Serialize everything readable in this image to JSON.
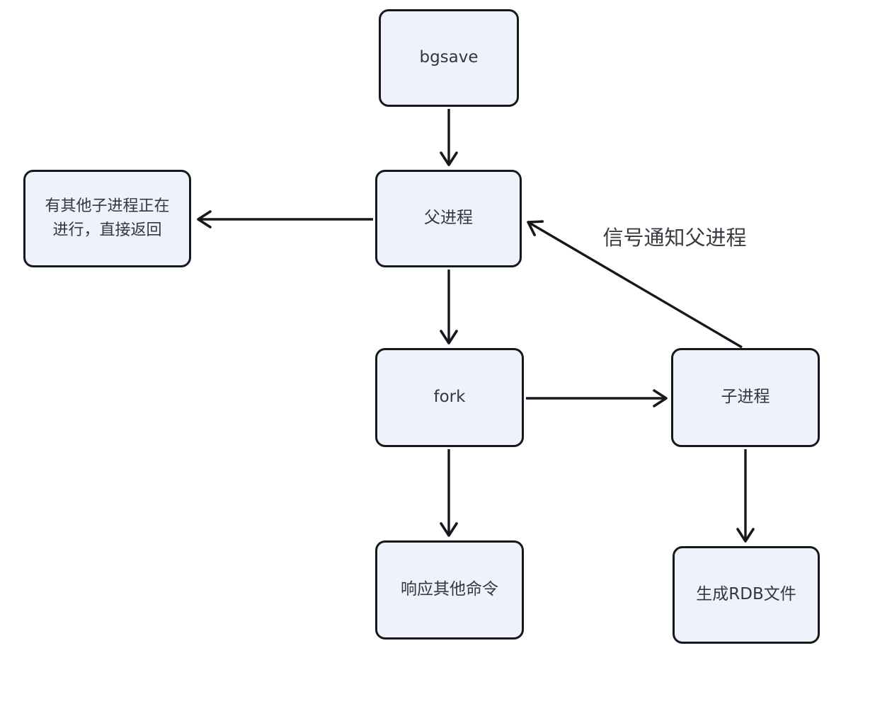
{
  "diagram": {
    "kind": "flowchart",
    "colors": {
      "node_fill": "#edf2fb",
      "node_border": "#17171e",
      "arrow": "#17171e",
      "text": "#36363e",
      "background": "#ffffff"
    },
    "nodes": {
      "bgsave": {
        "label": "bgsave"
      },
      "return_direct": {
        "label": "有其他子进程正在进行，直接返回"
      },
      "parent": {
        "label": "父进程"
      },
      "fork": {
        "label": "fork"
      },
      "child": {
        "label": "子进程"
      },
      "respond": {
        "label": "响应其他命令"
      },
      "rdb": {
        "label": "生成RDB文件"
      }
    },
    "edges": [
      {
        "from": "bgsave",
        "to": "parent",
        "label": ""
      },
      {
        "from": "parent",
        "to": "return_direct",
        "label": ""
      },
      {
        "from": "parent",
        "to": "fork",
        "label": ""
      },
      {
        "from": "fork",
        "to": "child",
        "label": ""
      },
      {
        "from": "fork",
        "to": "respond",
        "label": ""
      },
      {
        "from": "child",
        "to": "rdb",
        "label": ""
      },
      {
        "from": "child",
        "to": "parent",
        "label": "信号通知父进程"
      }
    ]
  }
}
